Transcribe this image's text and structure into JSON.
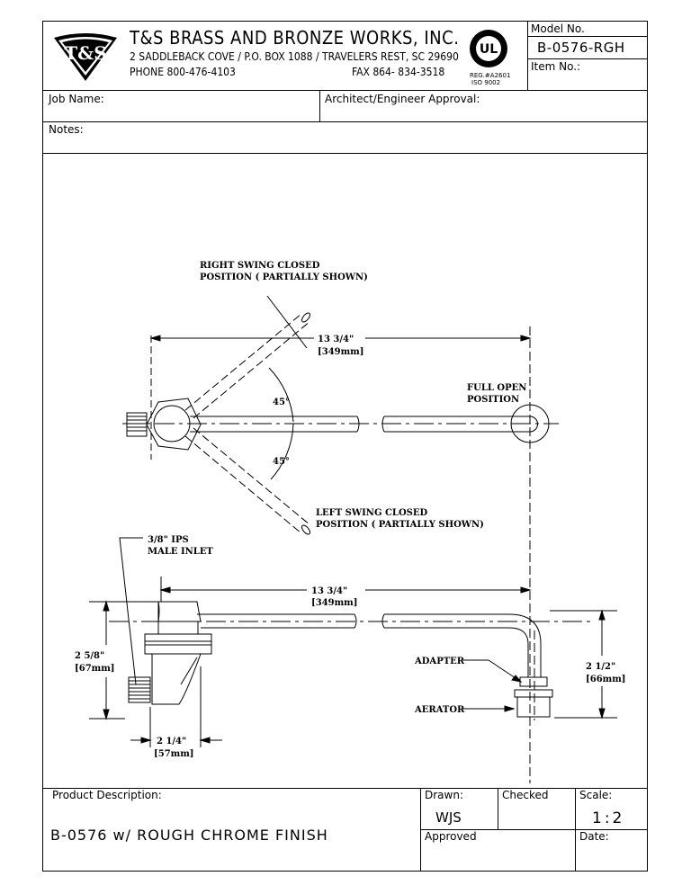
{
  "header": {
    "logo_text": "T&S",
    "company_name": "T&S BRASS AND BRONZE WORKS, INC.",
    "address": "2 SADDLEBACK COVE / P.O. BOX 1088 / TRAVELERS REST, SC 29690",
    "phone": "PHONE 800-476-4103",
    "fax": "FAX  864- 834-3518",
    "ul_mark": "UL",
    "reg_line1": "REG.#A2601",
    "reg_line2": "ISO  9002",
    "model_label": "Model  No.",
    "model_value": "B-0576-RGH",
    "item_label": "Item  No.:"
  },
  "fields": {
    "job_name_label": "Job  Name:",
    "architect_label": "Architect/Engineer  Approval:",
    "notes_label": "Notes:"
  },
  "drawing": {
    "right_swing_1": "RIGHT SWING CLOSED",
    "right_swing_2": "POSITION ( PARTIALLY SHOWN)",
    "top_dim_1": "13 3/4\"",
    "top_dim_2": "[349mm]",
    "angle_top": "45°",
    "angle_bottom": "45°",
    "full_open_1": "FULL OPEN",
    "full_open_2": "POSITION",
    "left_swing_1": "LEFT SWING CLOSED",
    "left_swing_2": "POSITION ( PARTIALLY SHOWN)",
    "inlet_1": "3/8\" IPS",
    "inlet_2": "MALE INLET",
    "side_dim_1": "13 3/4\"",
    "side_dim_2": "[349mm]",
    "height_left_1": "2 5/8\"",
    "height_left_2": "[67mm]",
    "adapter": "ADAPTER",
    "aerator": "AERATOR",
    "height_right_1": "2 1/2\"",
    "height_right_2": "[66mm]",
    "bottom_dim_1": "2 1/4\"",
    "bottom_dim_2": "[57mm]"
  },
  "footer": {
    "product_label": "Product  Description:",
    "product_value": "B-0576  w/  ROUGH  CHROME  FINISH",
    "drawn_label": "Drawn:",
    "drawn_value": "WJS",
    "checked_label": "Checked",
    "scale_label": "Scale:",
    "scale_value": "1:2",
    "approved_label": "Approved",
    "date_label": "Date:"
  }
}
